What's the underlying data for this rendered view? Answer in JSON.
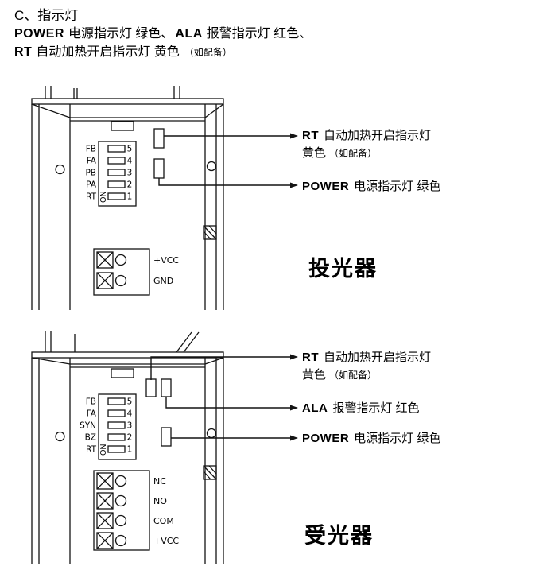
{
  "header": {
    "line1": "C、指示灯",
    "line2": [
      {
        "code": "POWER",
        "text": "电源指示灯 绿色、"
      },
      {
        "code": "ALA",
        "text": "报警指示灯 红色、"
      }
    ],
    "line3": {
      "code": "RT",
      "text": "自动加热开启指示灯 黄色",
      "note": "（如配备）"
    }
  },
  "device1": {
    "title": "投光器",
    "dip": {
      "on_label": "ON",
      "rows": [
        {
          "label": "FB",
          "num": "5"
        },
        {
          "label": "FA",
          "num": "4"
        },
        {
          "label": "PB",
          "num": "3"
        },
        {
          "label": "PA",
          "num": "2"
        },
        {
          "label": "RT",
          "num": "1"
        }
      ]
    },
    "terminals": [
      "+VCC",
      "GND"
    ],
    "annotations": [
      {
        "code": "RT",
        "text": "自动加热开启指示灯",
        "line2": "黄色",
        "line2_note": "（如配备）"
      },
      {
        "code": "POWER",
        "text": "电源指示灯 绿色"
      }
    ]
  },
  "device2": {
    "title": "受光器",
    "dip": {
      "on_label": "ON",
      "rows": [
        {
          "label": "FB",
          "num": "5"
        },
        {
          "label": "FA",
          "num": "4"
        },
        {
          "label": "SYN",
          "num": "3"
        },
        {
          "label": "BZ",
          "num": "2"
        },
        {
          "label": "RT",
          "num": "1"
        }
      ]
    },
    "terminals": [
      "NC",
      "NO",
      "COM",
      "+VCC"
    ],
    "annotations": [
      {
        "code": "RT",
        "text": "自动加热开启指示灯",
        "line2": "黄色",
        "line2_note": "（如配备）"
      },
      {
        "code": "ALA",
        "text": "报警指示灯 红色"
      },
      {
        "code": "POWER",
        "text": "电源指示灯 绿色"
      }
    ]
  }
}
